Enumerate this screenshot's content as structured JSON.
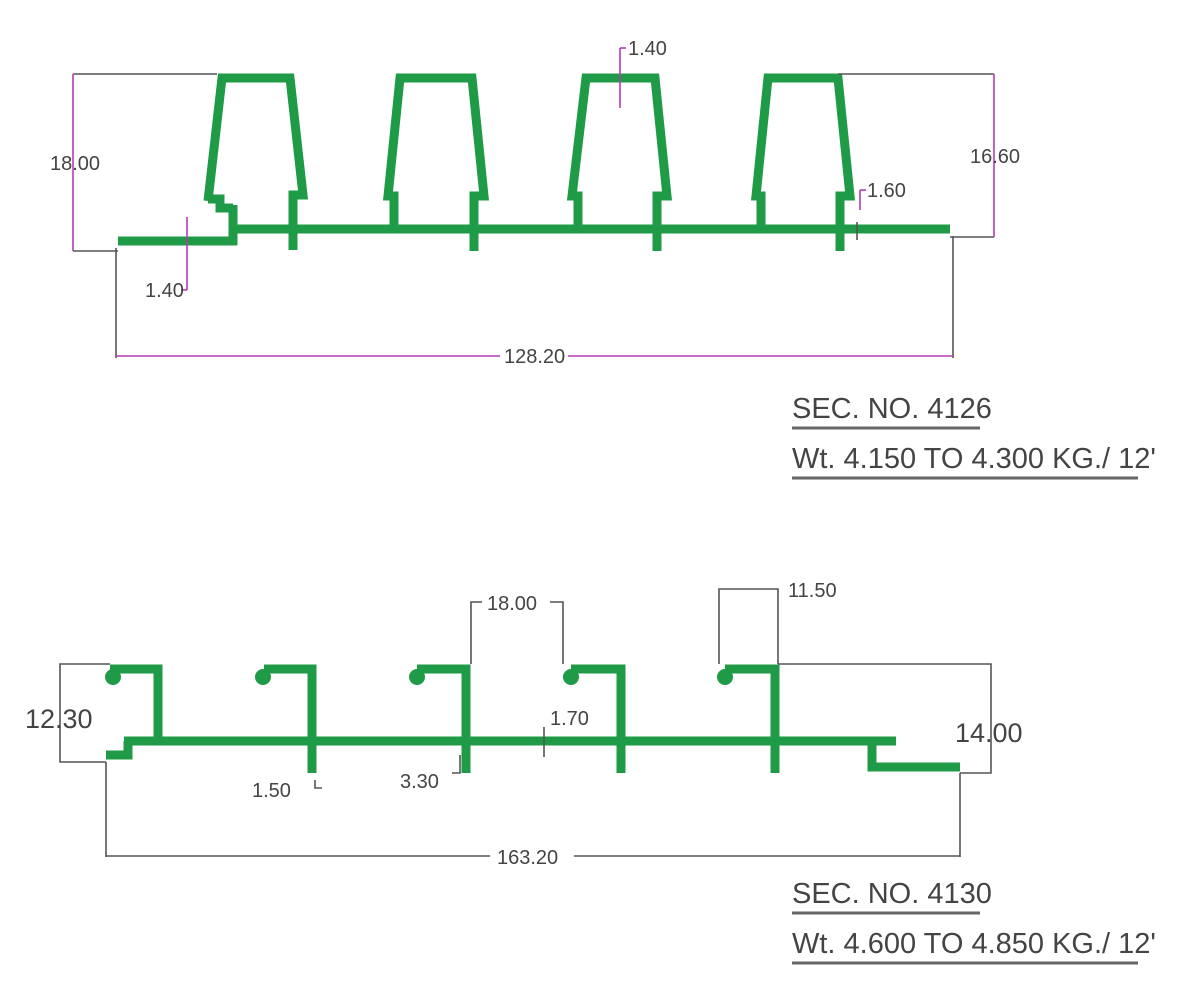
{
  "section_4126": {
    "section_no": "SEC. NO. 4126",
    "weight": "Wt. 4.150 TO 4.300 KG./ 12'",
    "dimensions": {
      "overall_height": "18.00",
      "height_right": "16.60",
      "top_thickness": "1.40",
      "rib_thickness": "1.60",
      "base_thickness": "1.40",
      "overall_width": "128.20"
    }
  },
  "section_4130": {
    "section_no": "SEC. NO. 4130",
    "weight": "Wt. 4.600 TO 4.850 KG./ 12'",
    "dimensions": {
      "left_height": "12.30",
      "right_height": "14.00",
      "pitch": "18.00",
      "flange_width": "11.50",
      "web_thickness": "1.70",
      "leg_thickness": "1.50",
      "leg_height": "3.30",
      "overall_width": "163.20"
    }
  },
  "colors": {
    "profile": "#1f9a46",
    "dimension_lines": "#555555",
    "dimension_accent": "#b43cb4",
    "text": "#444444"
  }
}
